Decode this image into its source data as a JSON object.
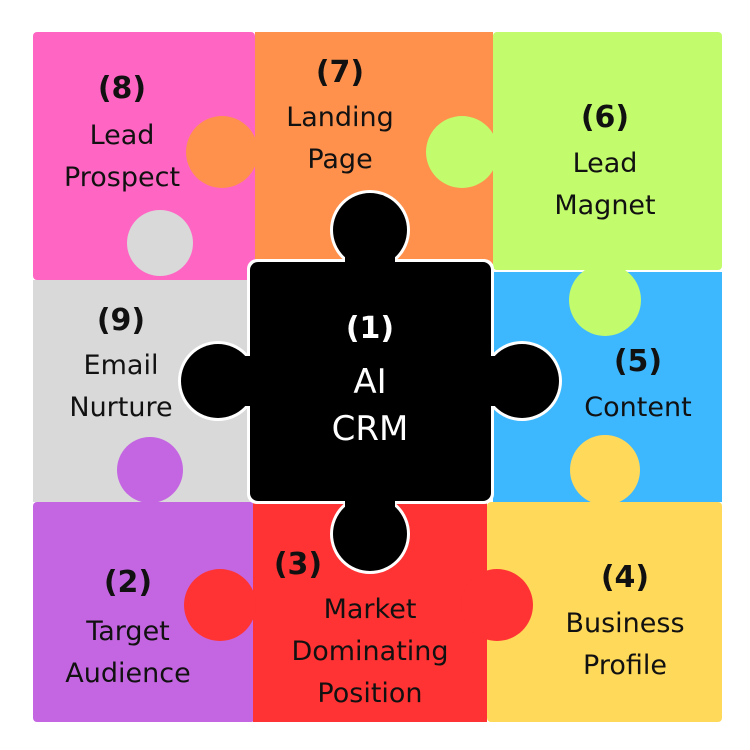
{
  "center": {
    "number": "(1)",
    "line1": "AI",
    "line2": "CRM",
    "color": "#000000"
  },
  "pieces": {
    "p2": {
      "number": "(2)",
      "line1": "Target",
      "line2": "Audience",
      "color": "#c466e2"
    },
    "p3": {
      "number": "(3)",
      "line1": "Market",
      "line2": "Dominating",
      "line3": "Position",
      "color": "#ff3333"
    },
    "p4": {
      "number": "(4)",
      "line1": "Business",
      "line2": "Profile",
      "color": "#ffd95a"
    },
    "p5": {
      "number": "(5)",
      "line1": "Content",
      "color": "#3db8ff"
    },
    "p6": {
      "number": "(6)",
      "line1": "Lead",
      "line2": "Magnet",
      "color": "#c2fb6c"
    },
    "p7": {
      "number": "(7)",
      "line1": "Landing",
      "line2": "Page",
      "color": "#ff914d"
    },
    "p8": {
      "number": "(8)",
      "line1": "Lead",
      "line2": "Prospect",
      "color": "#ff66c4"
    },
    "p9": {
      "number": "(9)",
      "line1": "Email",
      "line2": "Nurture",
      "color": "#d9d9d9"
    }
  }
}
